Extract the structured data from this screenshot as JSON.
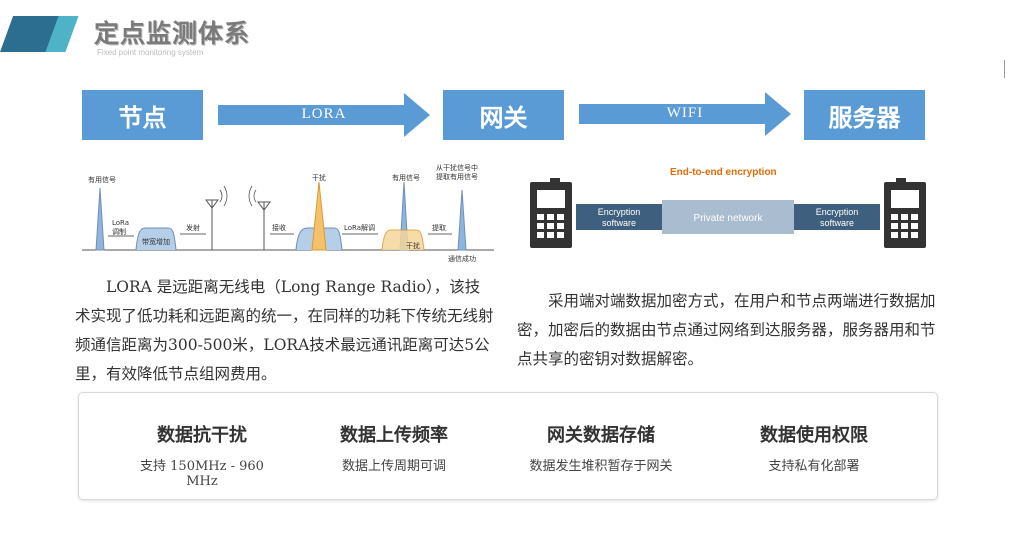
{
  "header": {
    "title": "定点监测体系",
    "subtitle": "Fixed point monitoring system"
  },
  "flow": {
    "node": "节点",
    "link1": "LORA",
    "gateway": "网关",
    "link2": "WIFI",
    "server": "服务器"
  },
  "lora_diagram": {
    "useful_signal_1": "有用信号",
    "lora_modulation": "LoRa\n调制",
    "bandwidth_increase": "带宽增加",
    "transmit": "发射",
    "receive": "接收",
    "interference_1": "干扰",
    "lora_demod": "LoRa解调",
    "useful_signal_2": "有用信号",
    "extract_from": "从干扰信号中\n提取有用信号",
    "extract": "提取",
    "interference_2": "干扰",
    "comm_success": "通信成功",
    "useful_signal_1_a": "有用信号",
    "lora_mod_a": "LoRa",
    "lora_mod_b": "调制",
    "extract_from_a": "从干扰信号中",
    "extract_from_b": "提取有用信号"
  },
  "encryption_diagram": {
    "title": "End-to-end encryption",
    "left_box": [
      "Encryption",
      "software"
    ],
    "middle_box": "Private network",
    "right_box": [
      "Encryption",
      "software"
    ]
  },
  "paragraphs": {
    "left": "LORA 是远距离无线电（Long Range Radio），该技术实现了低功耗和远距离的统一，在同样的功耗下传统无线射频通信距离为300-500米，LORA技术最远通讯距离可达5公里，有效降低节点组网费用。",
    "right": "采用端对端数据加密方式，在用户和节点两端进行数据加密，加密后的数据由节点通过网络到达服务器，服务器用和节点共享的密钥对数据解密。"
  },
  "features": [
    {
      "title": "数据抗干扰",
      "desc": "支持 150MHz - 960 MHz"
    },
    {
      "title": "数据上传频率",
      "desc": "数据上传周期可调"
    },
    {
      "title": "网关数据存储",
      "desc": "数据发生堆积暂存于网关"
    },
    {
      "title": "数据使用权限",
      "desc": "支持私有化部署"
    }
  ],
  "colors": {
    "flow_blue": "#5b9bd5",
    "header_dark": "#2c6e8f",
    "header_light": "#4fb3c8",
    "enc_title": "#e36c0a",
    "enc_box": "#3f5f7f",
    "private_net": "#a9bcd0",
    "phone": "#333333"
  }
}
